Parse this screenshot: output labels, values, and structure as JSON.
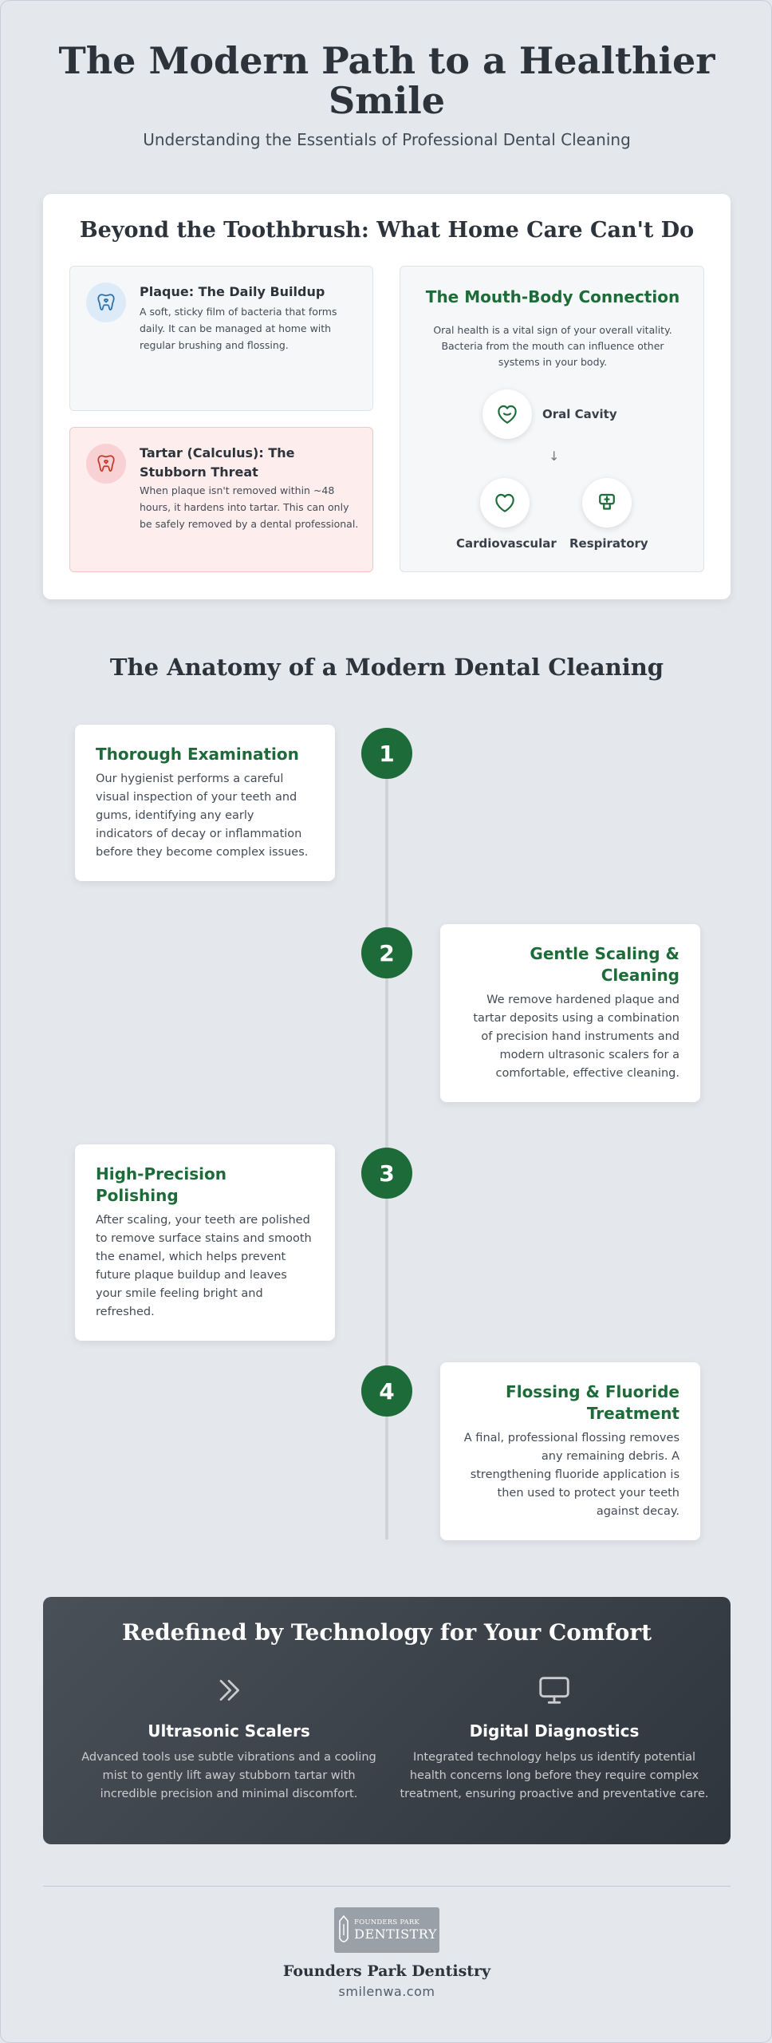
{
  "header": {
    "title": "The Modern Path to a Healthier Smile",
    "subtitle": "Understanding the Essentials of Professional Dental Cleaning"
  },
  "home_care": {
    "title": "Beyond the Toothbrush: What Home Care Can't Do",
    "plaque": {
      "icon": "tooth-heart-icon",
      "title": "Plaque: The Daily Buildup",
      "text": "A soft, sticky film of bacteria that forms daily. It can be managed at home with regular brushing and flossing."
    },
    "tartar": {
      "icon": "tooth-heart-icon",
      "title": "Tartar (Calculus): The Stubborn Threat",
      "text": "When plaque isn't removed within ~48 hours, it hardens into tartar. This can only be safely removed by a dental professional."
    },
    "mouth_body": {
      "title": "The Mouth-Body Connection",
      "text": "Oral health is a vital sign of your overall vitality. Bacteria from the mouth can influence other systems in your body.",
      "oral_label": "Oral Cavity",
      "cardio_label": "Cardiovascular",
      "resp_label": "Respiratory"
    }
  },
  "anatomy": {
    "title": "The Anatomy of a Modern Dental Cleaning",
    "steps": [
      {
        "num": "1",
        "title": "Thorough Examination",
        "text": "Our hygienist performs a careful visual inspection of your teeth and gums, identifying any early indicators of decay or inflammation before they become complex issues."
      },
      {
        "num": "2",
        "title": "Gentle Scaling & Cleaning",
        "text": "We remove hardened plaque and tartar deposits using a combination of precision hand instruments and modern ultrasonic scalers for a comfortable, effective cleaning."
      },
      {
        "num": "3",
        "title": "High-Precision Polishing",
        "text": "After scaling, your teeth are polished to remove surface stains and smooth the enamel, which helps prevent future plaque buildup and leaves your smile feeling bright and refreshed."
      },
      {
        "num": "4",
        "title": "Flossing & Fluoride Treatment",
        "text": "A final, professional flossing removes any remaining debris. A strengthening fluoride application is then used to protect your teeth against decay."
      }
    ]
  },
  "technology": {
    "title": "Redefined by Technology for Your Comfort",
    "items": [
      {
        "icon": "double-chevron-icon",
        "name": "Ultrasonic Scalers",
        "text": "Advanced tools use subtle vibrations and a cooling mist to gently lift away stubborn tartar with incredible precision and minimal discomfort."
      },
      {
        "icon": "monitor-icon",
        "name": "Digital Diagnostics",
        "text": "Integrated technology helps us identify potential health concerns long before they require complex treatment, ensuring proactive and preventative care."
      }
    ]
  },
  "footer": {
    "logo_top": "FOUNDERS PARK",
    "logo_bottom": "DENTISTRY",
    "name": "Founders Park Dentistry",
    "url": "smilenwa.com"
  },
  "colors": {
    "accent_green": "#1e6b3a",
    "plaque_blue": "#2b6fa8",
    "tartar_red": "#c0392b",
    "dark_panel": "#3a4048"
  }
}
